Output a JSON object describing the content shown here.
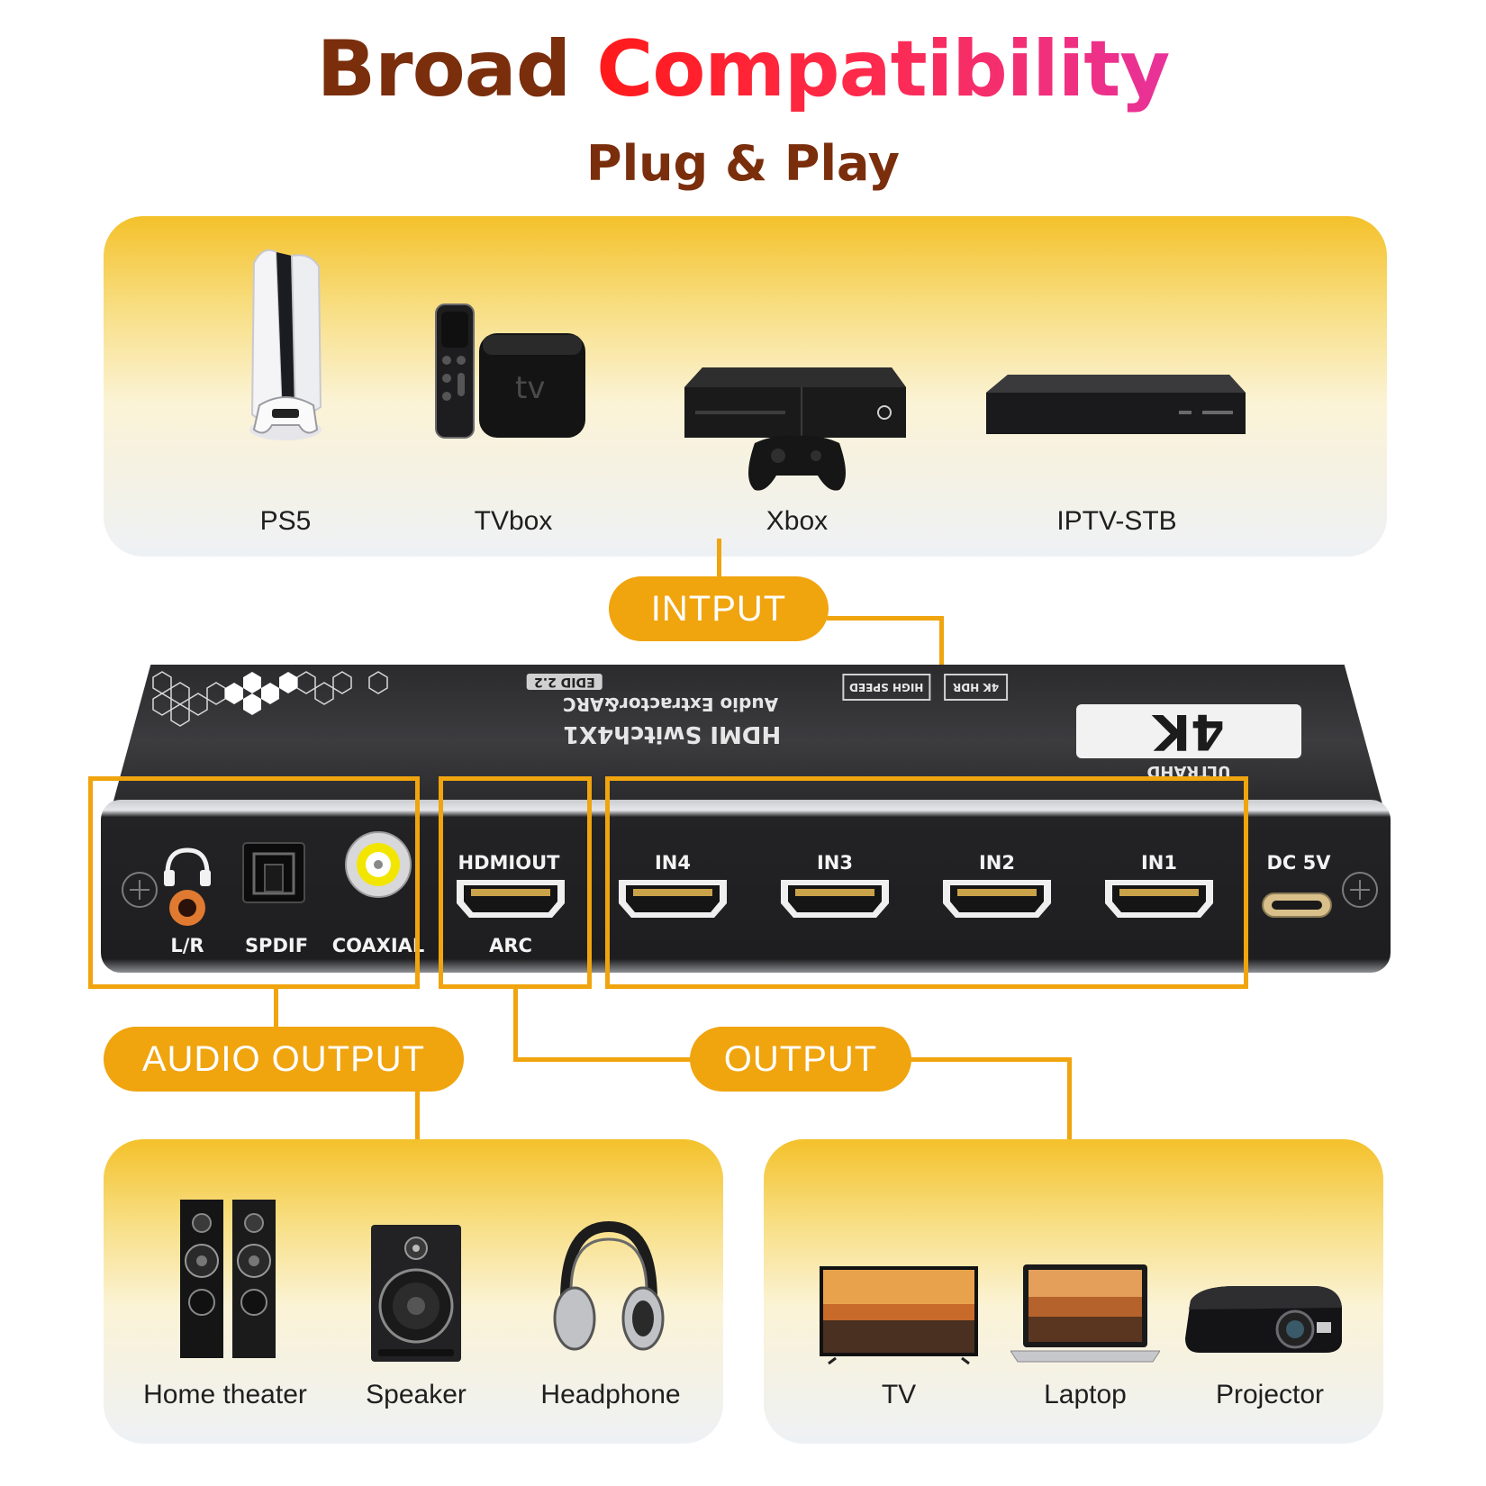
{
  "header": {
    "title_word1": "Broad",
    "title_word2": "Compatibility",
    "subtitle": "Plug & Play"
  },
  "colors": {
    "accent": "#f0a40e",
    "title_brown": "#7a2e0c",
    "title_gradient": [
      "#ff1a1a",
      "#e8329a"
    ]
  },
  "input_devices": [
    {
      "label": "PS5",
      "icon": "ps5-console-icon"
    },
    {
      "label": "TVbox",
      "icon": "tvbox-icon"
    },
    {
      "label": "Xbox",
      "icon": "xbox-console-icon"
    },
    {
      "label": "IPTV-STB",
      "icon": "settop-box-icon"
    }
  ],
  "pills": {
    "input": "INTPUT",
    "audio_output": "AUDIO OUTPUT",
    "output": "OUTPUT"
  },
  "device": {
    "top_line1": "HDMI Switch4X1",
    "top_line2": "Audio Extractor&ARC",
    "badge_4k": "4K",
    "badge_ultrahd": "ULTRAHD",
    "badge_edid": "EDID 2.2",
    "badge_highspeed": "HIGH SPEED",
    "badge_4khdr": "4K HDR",
    "ports": {
      "lr": "L/R",
      "spdif": "SPDIF",
      "coaxial": "COAXIAL",
      "hdmi_out_top": "HDMIOUT",
      "hdmi_out_bottom": "ARC",
      "in4": "IN4",
      "in3": "IN3",
      "in2": "IN2",
      "in1": "IN1",
      "dc": "DC 5V"
    }
  },
  "audio_devices": [
    {
      "label": "Home theater",
      "icon": "tower-speakers-icon"
    },
    {
      "label": "Speaker",
      "icon": "speaker-icon"
    },
    {
      "label": "Headphone",
      "icon": "headphone-icon"
    }
  ],
  "output_devices": [
    {
      "label": "TV",
      "icon": "tv-icon"
    },
    {
      "label": "Laptop",
      "icon": "laptop-icon"
    },
    {
      "label": "Projector",
      "icon": "projector-icon"
    }
  ]
}
